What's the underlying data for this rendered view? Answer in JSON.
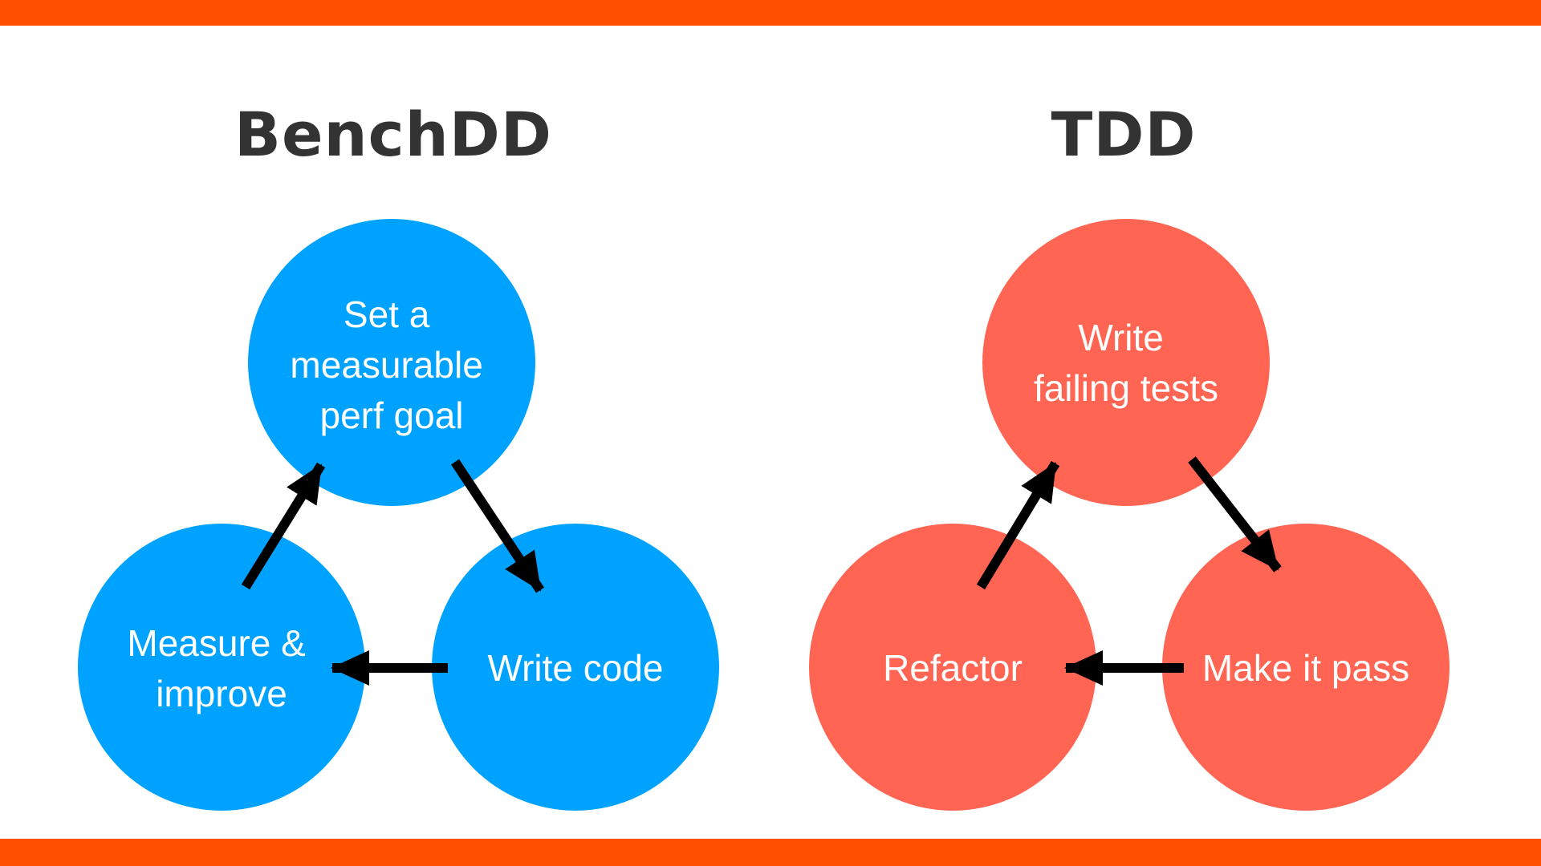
{
  "colors": {
    "accent_bar": "#ff4f00",
    "heading_text": "#333333",
    "benchdd_circle": "#00a2ff",
    "tdd_circle": "#ff6552",
    "arrow": "#000000",
    "circle_text": "#ffffff"
  },
  "benchdd": {
    "title": "BenchDD",
    "steps": [
      {
        "lines": [
          "Set a",
          "measurable",
          "perf goal"
        ]
      },
      {
        "lines": [
          "Write code"
        ]
      },
      {
        "lines": [
          "Measure &",
          "improve"
        ]
      }
    ]
  },
  "tdd": {
    "title": "TDD",
    "steps": [
      {
        "lines": [
          "Write",
          "failing tests"
        ]
      },
      {
        "lines": [
          "Make it pass"
        ]
      },
      {
        "lines": [
          "Refactor"
        ]
      }
    ]
  }
}
